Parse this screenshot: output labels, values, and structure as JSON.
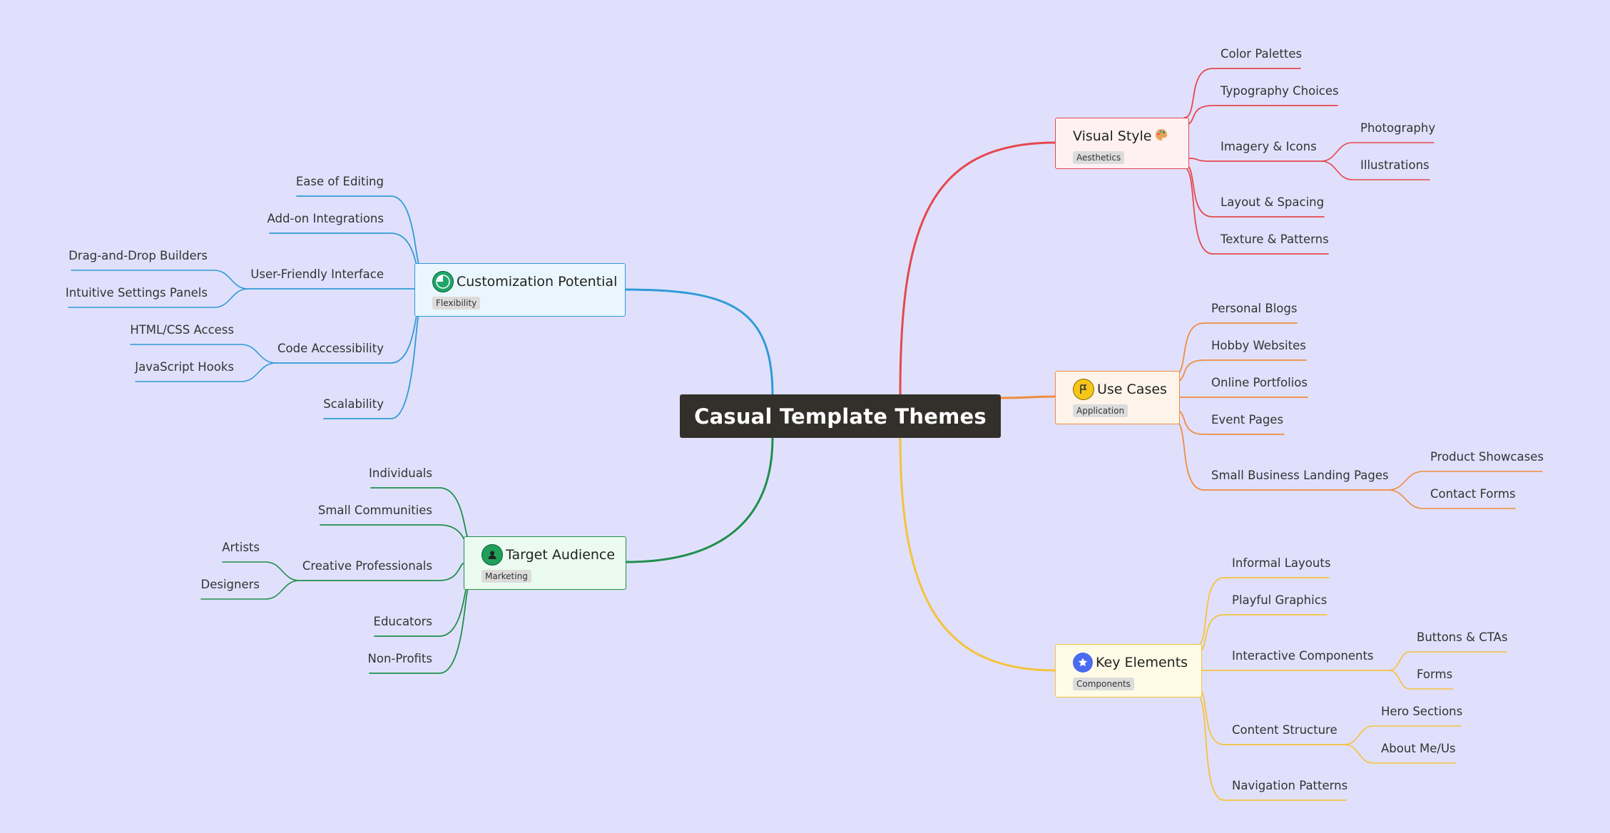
{
  "root": {
    "title": "Casual Template Themes"
  },
  "colors": {
    "visual": "#e5484d",
    "use": "#f08c3e",
    "key": "#f5c23c",
    "custom": "#2f9bd6",
    "target": "#1f8f4a"
  },
  "branches": {
    "visual": {
      "title": "Visual Style",
      "badge": "Aesthetics",
      "icon": "palette-icon",
      "children": [
        "Color Palettes",
        "Typography Choices",
        "Imagery & Icons",
        "Layout & Spacing",
        "Texture & Patterns"
      ],
      "imagery": [
        "Photography",
        "Illustrations"
      ]
    },
    "use": {
      "title": "Use Cases",
      "badge": "Application",
      "icon": "flag-icon",
      "children": [
        "Personal Blogs",
        "Hobby Websites",
        "Online Portfolios",
        "Event Pages",
        "Small Business Landing Pages"
      ],
      "small_business": [
        "Product Showcases",
        "Contact Forms"
      ]
    },
    "key": {
      "title": "Key Elements",
      "badge": "Components",
      "icon": "star-icon",
      "children": [
        "Informal Layouts",
        "Playful Graphics",
        "Interactive Components",
        "Content Structure",
        "Navigation Patterns"
      ],
      "interactive": [
        "Buttons & CTAs",
        "Forms"
      ],
      "content": [
        "Hero Sections",
        "About Me/Us"
      ]
    },
    "custom": {
      "title": "Customization Potential",
      "badge": "Flexibility",
      "icon": "pie-chart-icon",
      "children": [
        "Ease of Editing",
        "Add-on Integrations",
        "User-Friendly Interface",
        "Code Accessibility",
        "Scalability"
      ],
      "ui": [
        "Drag-and-Drop Builders",
        "Intuitive Settings Panels"
      ],
      "code": [
        "HTML/CSS Access",
        "JavaScript Hooks"
      ]
    },
    "target": {
      "title": "Target Audience",
      "badge": "Marketing",
      "icon": "person-icon",
      "children": [
        "Individuals",
        "Small Communities",
        "Creative Professionals",
        "Educators",
        "Non-Profits"
      ],
      "creative": [
        "Artists",
        "Designers"
      ]
    }
  }
}
